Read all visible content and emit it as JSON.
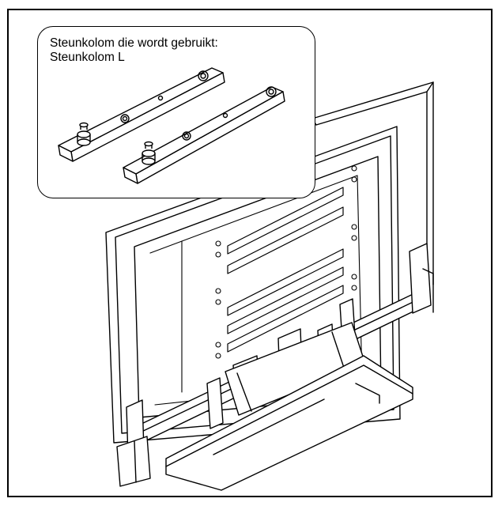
{
  "callout": {
    "line1": "Steunkolom die wordt gebruikt:",
    "line2": "Steunkolom L"
  },
  "colors": {
    "stroke": "#000000",
    "background": "#ffffff"
  },
  "illustration": "tv-panel-with-stand-brackets"
}
